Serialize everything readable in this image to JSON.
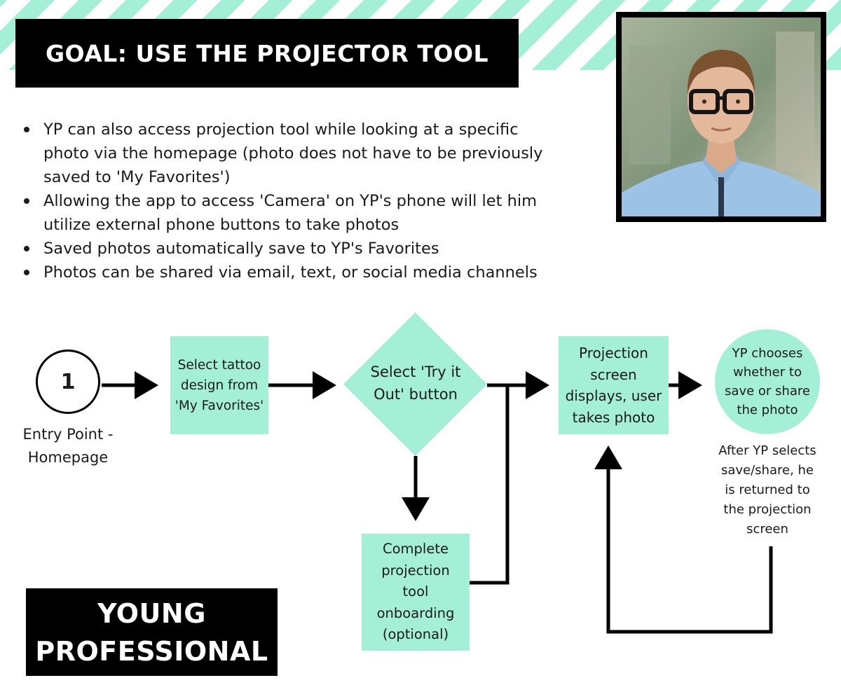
{
  "header": {
    "goal_title": "GOAL: USE THE PROJECTOR TOOL"
  },
  "persona": {
    "photo_icon": "person-portrait-photo",
    "label_line1": "YOUNG",
    "label_line2": "PROFESSIONAL"
  },
  "notes": [
    "YP can also access projection tool while looking at a specific photo via the homepage (photo does not have to be previously saved to 'My Favorites')",
    "Allowing the app to access 'Camera' on YP's phone will let him utilize external phone buttons to take photos",
    "Saved photos automatically save to YP's Favorites",
    "Photos can be shared via email, text, or social media channels"
  ],
  "flow": {
    "entry_number": "1",
    "entry_label_line1": "Entry Point -",
    "entry_label_line2": "Homepage",
    "select_design": [
      "Select tattoo",
      "design from",
      "'My Favorites'"
    ],
    "try_it_out": [
      "Select 'Try it",
      "Out' button"
    ],
    "onboarding": [
      "Complete",
      "projection",
      "tool",
      "onboarding",
      "(optional)"
    ],
    "projection_screen": [
      "Projection",
      "screen",
      "displays, user",
      "takes photo"
    ],
    "save_share": [
      "YP chooses",
      "whether to",
      "save or share",
      "the photo"
    ],
    "return_note": [
      "After YP selects",
      "save/share, he",
      "is returned to",
      "the projection",
      "screen"
    ]
  },
  "colors": {
    "accent_mint": "#a3f0d7",
    "banner_black": "#000000"
  }
}
